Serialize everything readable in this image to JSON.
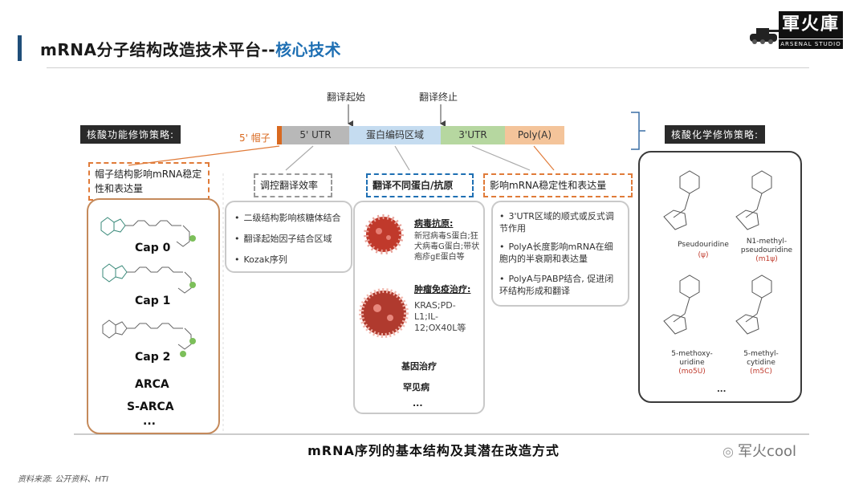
{
  "header": {
    "title_main": "mRNA分子结构改造技术平台--",
    "title_highlight": "核心技术"
  },
  "logo": {
    "main": "軍火庫",
    "sub": "ARSENAL STUDIO"
  },
  "strand": {
    "cap_label": "5' 帽子",
    "segments": [
      "5' UTR",
      "蛋白编码区域",
      "3'UTR",
      "Poly(A)"
    ],
    "start_label": "翻译起始",
    "stop_label": "翻译终止"
  },
  "left_header": "核酸功能修饰策略:",
  "right_header": "核酸化学修饰策略:",
  "col1": {
    "heading": "帽子结构影响mRNA稳定性和表达量",
    "items": [
      "Cap 0",
      "Cap 1",
      "Cap 2",
      "ARCA",
      "S-ARCA",
      "..."
    ]
  },
  "col2": {
    "heading": "调控翻译效率",
    "items": [
      "二级结构影响核糖体结合",
      "翻译起始因子结合区域",
      "Kozak序列"
    ]
  },
  "col3": {
    "heading": "翻译不同蛋白/抗原",
    "virus_title": "病毒抗原:",
    "virus_text": "新冠病毒S蛋白;狂犬病毒G蛋白;带状疱疹gE蛋白等",
    "tumor_title": "肿瘤免疫治疗:",
    "tumor_text": "KRAS;PD-L1;IL-12;OX40L等",
    "gene": "基因治疗",
    "rare": "罕见病",
    "more": "..."
  },
  "col4": {
    "heading": "影响mRNA稳定性和表达量",
    "items": [
      "3'UTR区域的顺式或反式调节作用",
      "PolyA长度影响mRNA在细胞内的半衰期和表达量",
      "PolyA与PABP结合, 促进闭环结构形成和翻译"
    ]
  },
  "col5": {
    "molecules": [
      {
        "name": "Pseudouridine",
        "abbr": "(ψ)"
      },
      {
        "name": "N1-methyl-pseudouridine",
        "abbr": "(m1ψ)"
      },
      {
        "name": "5-methoxy-uridine",
        "abbr": "(mo5U)"
      },
      {
        "name": "5-methyl-cytidine",
        "abbr": "(m5C)"
      }
    ],
    "more": "..."
  },
  "caption": "mRNA序列的基本结构及其潜在改造方式",
  "source": "资料来源: 公开资料、HTI",
  "watermark": "军火cool",
  "colors": {
    "accent": "#1e6fb3",
    "cap_orange": "#d9691f",
    "utr5": "#b8b8b8",
    "cds": "#c5dcf0",
    "utr3": "#b6d7a0",
    "polya": "#f4c49a"
  }
}
